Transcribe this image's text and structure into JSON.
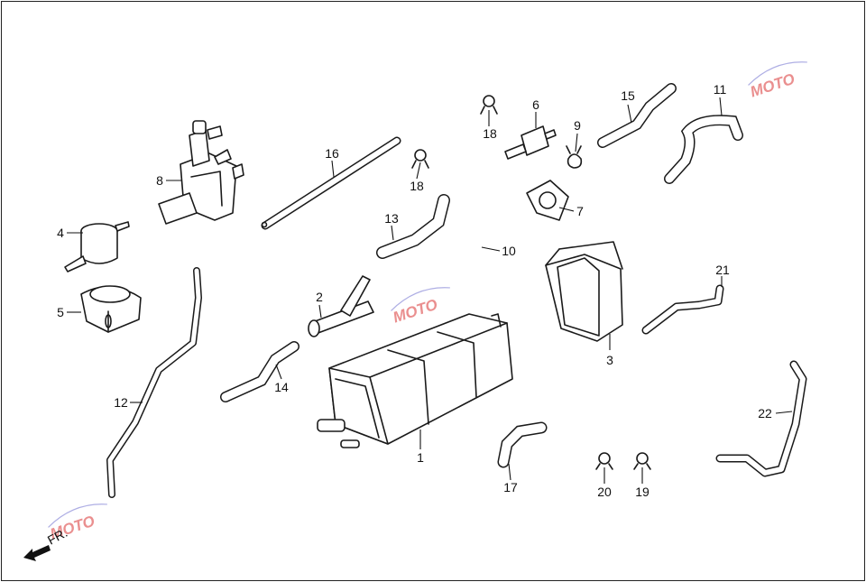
{
  "labels": [
    {
      "id": "1",
      "text": "1"
    },
    {
      "id": "2",
      "text": "2"
    },
    {
      "id": "3",
      "text": "3"
    },
    {
      "id": "4",
      "text": "4"
    },
    {
      "id": "5",
      "text": "5"
    },
    {
      "id": "6",
      "text": "6"
    },
    {
      "id": "7",
      "text": "7"
    },
    {
      "id": "8",
      "text": "8"
    },
    {
      "id": "9",
      "text": "9"
    },
    {
      "id": "10",
      "text": "10"
    },
    {
      "id": "11",
      "text": "11"
    },
    {
      "id": "12",
      "text": "12"
    },
    {
      "id": "13",
      "text": "13"
    },
    {
      "id": "14",
      "text": "14"
    },
    {
      "id": "15",
      "text": "15"
    },
    {
      "id": "16",
      "text": "16"
    },
    {
      "id": "17",
      "text": "17"
    },
    {
      "id": "18a",
      "text": "18"
    },
    {
      "id": "18b",
      "text": "18"
    },
    {
      "id": "19",
      "text": "19"
    },
    {
      "id": "20",
      "text": "20"
    },
    {
      "id": "21",
      "text": "21"
    },
    {
      "id": "22",
      "text": "22"
    }
  ],
  "front_indicator": "FR.",
  "watermark": {
    "text": "MOTO"
  }
}
